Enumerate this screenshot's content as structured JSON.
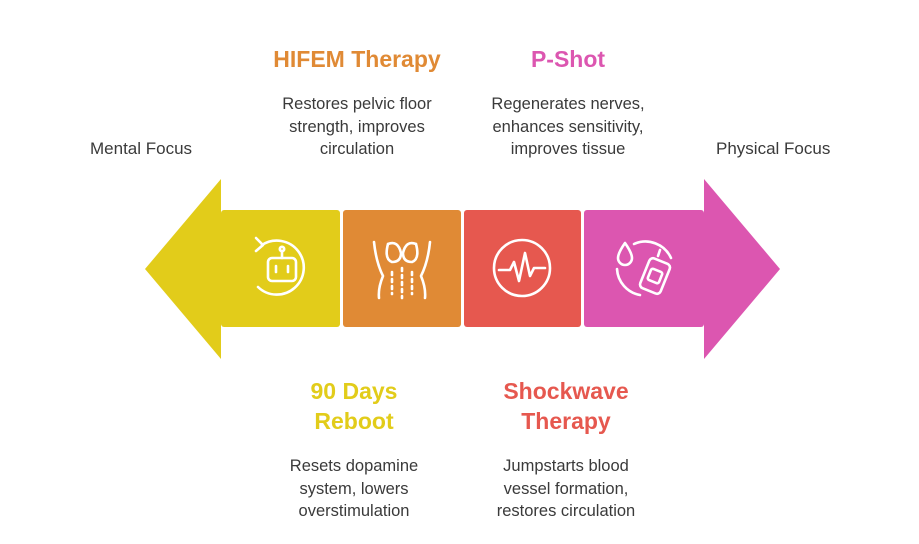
{
  "left_end": {
    "label": "Mental Focus",
    "color": "#e2cc1a"
  },
  "right_end": {
    "label": "Physical Focus",
    "color": "#dc56b0"
  },
  "stages": [
    {
      "title": [
        "90 Days",
        "Reboot"
      ],
      "description": [
        "Resets dopamine",
        "system, lowers",
        "overstimulation"
      ],
      "color": "#e2cc1a",
      "icon": "robot-refresh-icon",
      "position": "bottom"
    },
    {
      "title": [
        "HIFEM Therapy"
      ],
      "description": [
        "Restores pelvic floor",
        "strength, improves",
        "circulation"
      ],
      "color": "#e08a35",
      "icon": "muscle-torso-icon",
      "position": "top"
    },
    {
      "title": [
        "Shockwave",
        "Therapy"
      ],
      "description": [
        "Jumpstarts blood",
        "vessel formation,",
        "restores circulation"
      ],
      "color": "#e6584f",
      "icon": "heartbeat-pulse-icon",
      "position": "bottom"
    },
    {
      "title": [
        "P-Shot"
      ],
      "description": [
        "Regenerates nerves,",
        "enhances sensitivity,",
        "improves tissue"
      ],
      "color": "#dc56b0",
      "icon": "blood-drop-bag-icon",
      "position": "top"
    }
  ]
}
